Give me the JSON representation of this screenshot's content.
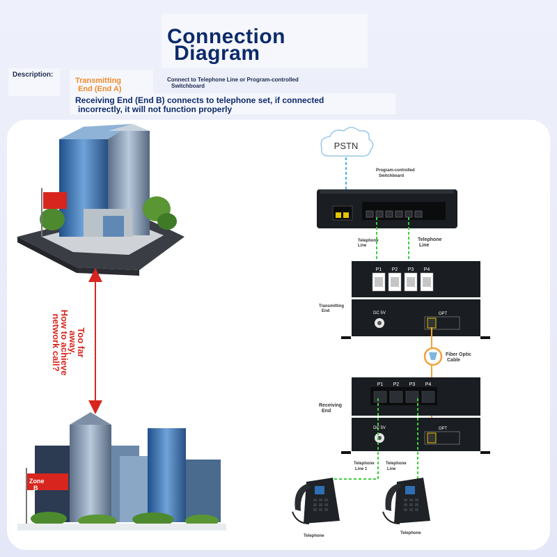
{
  "title": {
    "line1": "Connection",
    "line2": "Diagram"
  },
  "description_label": "Description:",
  "transmitting_label": {
    "line1": "Transmitting",
    "line2": "End (End A)"
  },
  "connect_label": {
    "line1": "Connect to Telephone Line or Program-controlled",
    "line2": "Switchboard"
  },
  "receiving_label": {
    "line1": "Receiving End (End B) connects to telephone set, if connected",
    "line2": "incorrectly, it will not function properly"
  },
  "distance_text": {
    "line1": "Too far",
    "line2": "away,",
    "line3": "How to achieve",
    "line4": "network call?"
  },
  "zone_b": {
    "line1": "Zone",
    "line2": "B"
  },
  "pstn": "PSTN",
  "switchboard_label": {
    "line1": "Program-controlled",
    "line2": "Switchboard"
  },
  "tel_line_left": {
    "line1": "Telephone",
    "line2": "Line"
  },
  "tel_line_right": {
    "line1": "Telephone",
    "line2": "Line"
  },
  "ports": [
    "P1",
    "P2",
    "P3",
    "P4"
  ],
  "tx_end_label": {
    "line1": "Transmitting",
    "line2": "End"
  },
  "dc_label": "DC 5V",
  "opt_label": "OPT",
  "fiber_label": {
    "line1": "Fiber Optic",
    "line2": "Cable"
  },
  "rx_end_label": {
    "line1": "Receiving",
    "line2": "End"
  },
  "tel_line_1": {
    "line1": "Telephone",
    "line2": "Line 1"
  },
  "tel_line_2": {
    "line1": "Telephone",
    "line2": "Line"
  },
  "telephone_label": "Telephone",
  "colors": {
    "title": "#0c2a6b",
    "accent_orange": "#f28a2b",
    "green_line": "#3ccf3c",
    "blue_line": "#3fb3e8",
    "device": "#1a1d22",
    "arrow": "#d8261e"
  }
}
